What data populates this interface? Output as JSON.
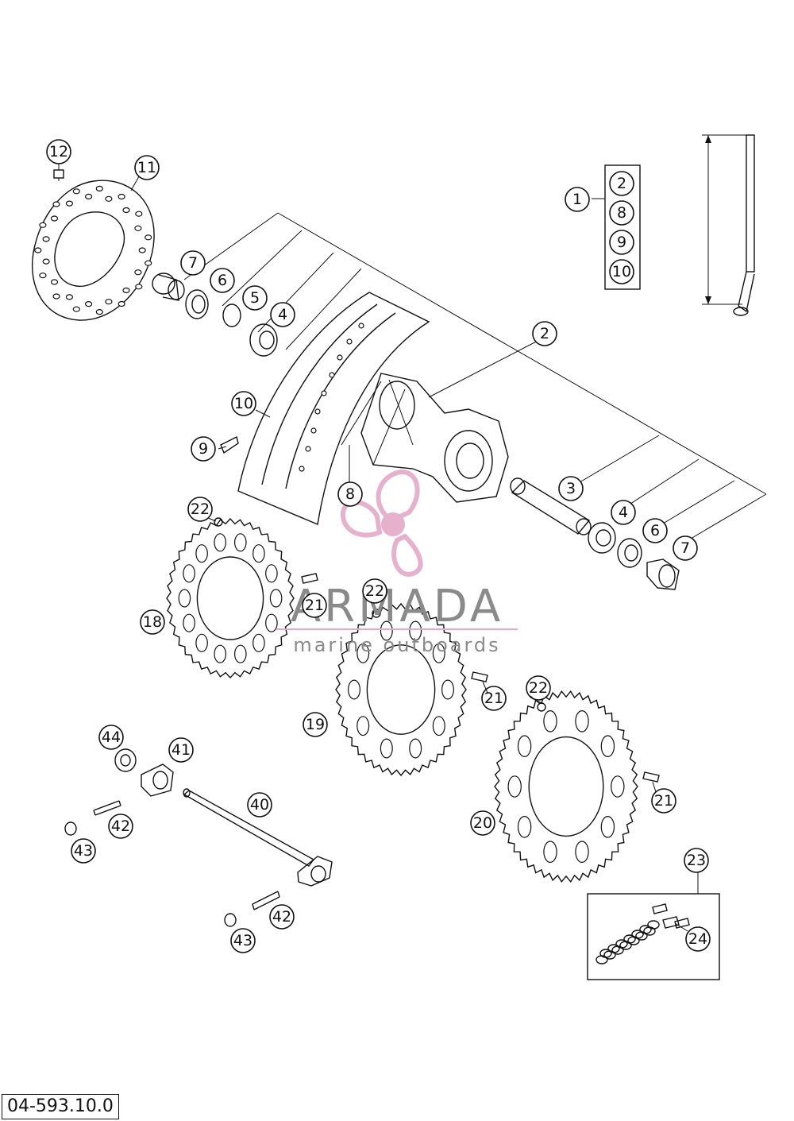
{
  "drawing_number": "04-593.10.0",
  "watermark": {
    "brand": "ARMADA",
    "tagline": "marine outboards",
    "accent_color": "#e3a9c8",
    "text_color": "#8a8a8a"
  },
  "kit_1_contents": [
    "2",
    "8",
    "9",
    "10"
  ],
  "callouts": [
    {
      "id": "c12",
      "label": "12"
    },
    {
      "id": "c11",
      "label": "11"
    },
    {
      "id": "c1",
      "label": "1"
    },
    {
      "id": "c2k",
      "label": "2"
    },
    {
      "id": "c8k",
      "label": "8"
    },
    {
      "id": "c9k",
      "label": "9"
    },
    {
      "id": "c10k",
      "label": "10"
    },
    {
      "id": "c7a",
      "label": "7"
    },
    {
      "id": "c6a",
      "label": "6"
    },
    {
      "id": "c5",
      "label": "5"
    },
    {
      "id": "c4a",
      "label": "4"
    },
    {
      "id": "c2",
      "label": "2"
    },
    {
      "id": "c10",
      "label": "10"
    },
    {
      "id": "c9",
      "label": "9"
    },
    {
      "id": "c8",
      "label": "8"
    },
    {
      "id": "c3",
      "label": "3"
    },
    {
      "id": "c4b",
      "label": "4"
    },
    {
      "id": "c6b",
      "label": "6"
    },
    {
      "id": "c7b",
      "label": "7"
    },
    {
      "id": "c22a",
      "label": "22"
    },
    {
      "id": "c21a",
      "label": "21"
    },
    {
      "id": "c18",
      "label": "18"
    },
    {
      "id": "c22b",
      "label": "22"
    },
    {
      "id": "c21b",
      "label": "21"
    },
    {
      "id": "c19",
      "label": "19"
    },
    {
      "id": "c22c",
      "label": "22"
    },
    {
      "id": "c21c",
      "label": "21"
    },
    {
      "id": "c20",
      "label": "20"
    },
    {
      "id": "c44",
      "label": "44"
    },
    {
      "id": "c41",
      "label": "41"
    },
    {
      "id": "c42a",
      "label": "42"
    },
    {
      "id": "c43a",
      "label": "43"
    },
    {
      "id": "c40",
      "label": "40"
    },
    {
      "id": "c42b",
      "label": "42"
    },
    {
      "id": "c43b",
      "label": "43"
    },
    {
      "id": "c23",
      "label": "23"
    },
    {
      "id": "c24",
      "label": "24"
    }
  ]
}
